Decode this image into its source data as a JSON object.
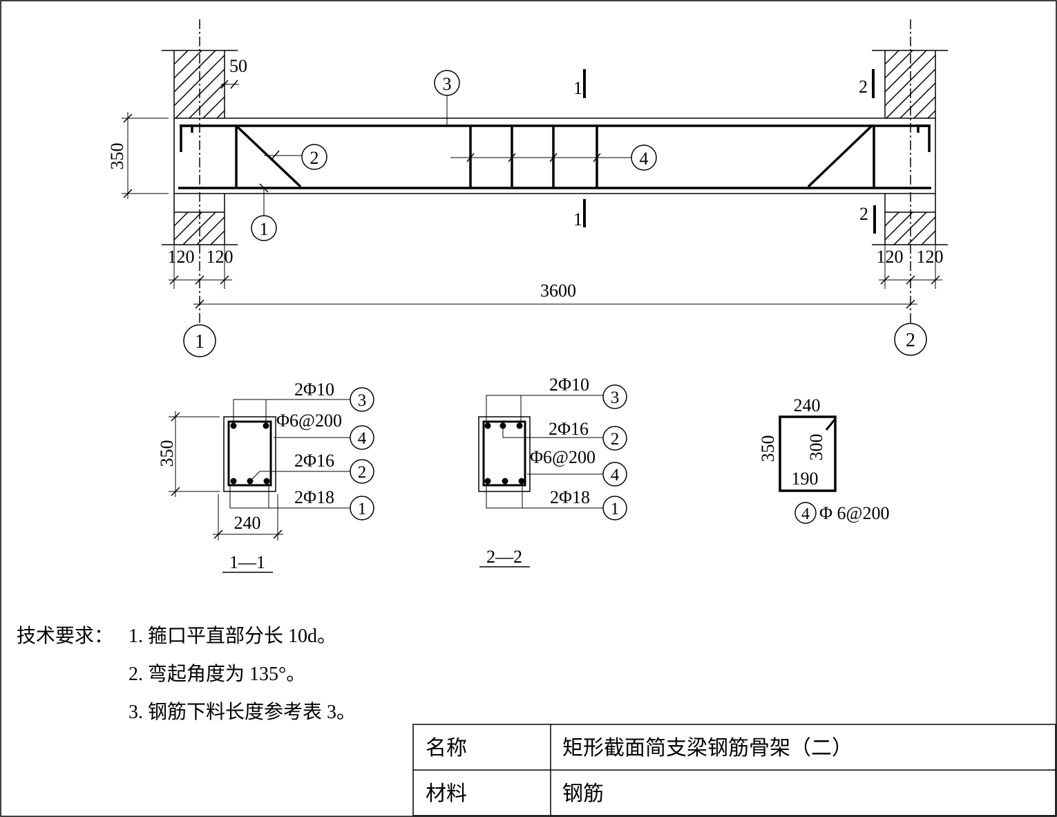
{
  "elevation": {
    "dim_cover": "50",
    "dim_height": "350",
    "dim_span": "3600",
    "dim_wall_left_a": "120",
    "dim_wall_left_b": "120",
    "dim_wall_right_a": "120",
    "dim_wall_right_b": "120",
    "axis_left": "1",
    "axis_right": "2",
    "section_1_top": "1",
    "section_1_bottom": "1",
    "section_2_top": "2",
    "section_2_bottom": "2",
    "mark_bottom_bar": "1",
    "mark_bent_bar": "2",
    "mark_top_bar": "3",
    "mark_stirrup": "4"
  },
  "section_1_1": {
    "title": "1—1",
    "dim_height": "350",
    "dim_width": "240",
    "top_bars": "2Φ10",
    "top_mark": "3",
    "stirrup": "Φ6@200",
    "stirrup_mark": "4",
    "bent_bars": "2Φ16",
    "bent_mark": "2",
    "bottom_bars": "2Φ18",
    "bottom_mark": "1"
  },
  "section_2_2": {
    "title": "2—2",
    "top_bars": "2Φ10",
    "top_mark": "3",
    "bent_bars": "2Φ16",
    "bent_mark": "2",
    "stirrup": "Φ6@200",
    "stirrup_mark": "4",
    "bottom_bars": "2Φ18",
    "bottom_mark": "1"
  },
  "stirrup_detail": {
    "dim_outer_width": "240",
    "dim_outer_height": "350",
    "dim_inner_height": "300",
    "dim_inner_width": "190",
    "mark": "4",
    "spec": "Φ 6@200"
  },
  "requirements": {
    "heading": "技术要求：",
    "items": [
      "1.  箍口平直部分长 10d。",
      "2.  弯起角度为 135°。",
      "3.  钢筋下料长度参考表 3。"
    ]
  },
  "title_block": {
    "name_label": "名称",
    "name_value": "矩形截面简支梁钢筋骨架（二）",
    "material_label": "材料",
    "material_value": "钢筋"
  }
}
